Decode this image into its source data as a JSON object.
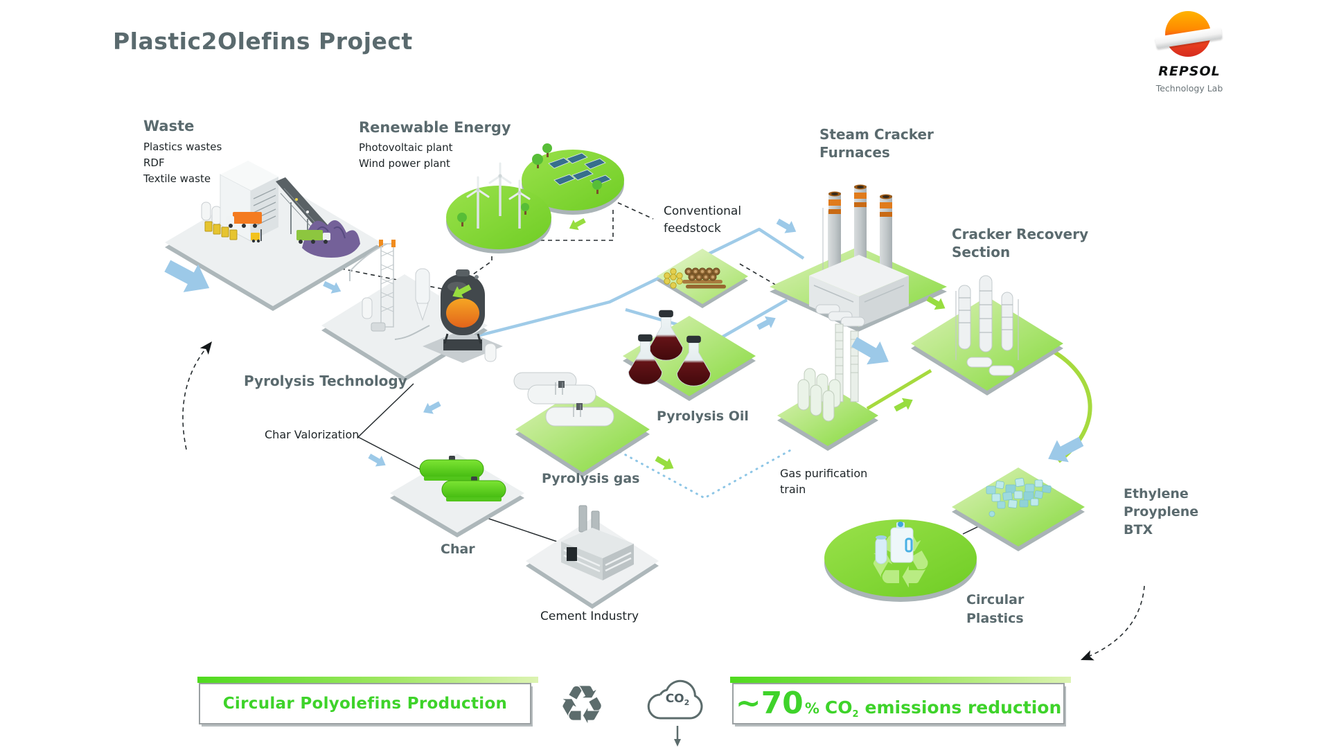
{
  "title": "Plastic2Olefins Project",
  "logo": {
    "brand": "REPSOL",
    "subtitle": "Technology Lab"
  },
  "nodes": {
    "waste": {
      "title": "Waste",
      "items": [
        "Plastics wastes",
        "RDF",
        "Textile waste"
      ]
    },
    "renewable_energy": {
      "title": "Renewable Energy",
      "items": [
        "Photovoltaic plant",
        "Wind power plant"
      ]
    },
    "pyrolysis_technology": {
      "title": "Pyrolysis Technology"
    },
    "char_valorization": {
      "label": "Char Valorization"
    },
    "conventional_feedstock": {
      "line1": "Conventional",
      "line2": "feedstock"
    },
    "steam_cracker": {
      "line1": "Steam Cracker",
      "line2": "Furnaces"
    },
    "cracker_recovery": {
      "line1": "Cracker Recovery",
      "line2": "Section"
    },
    "pyrolysis_oil": {
      "label": "Pyrolysis Oil"
    },
    "pyrolysis_gas": {
      "label": "Pyrolysis gas"
    },
    "gas_purification": {
      "line1": "Gas purification",
      "line2": "train"
    },
    "char": {
      "label": "Char"
    },
    "cement_industry": {
      "label": "Cement Industry"
    },
    "products": {
      "line1": "Ethylene",
      "line2": "Proyplene",
      "line3": "BTX"
    },
    "circular_plastics": {
      "line1": "Circular",
      "line2": "Plastics"
    }
  },
  "footer": {
    "left_banner": "Circular Polyolefins Production",
    "right_banner": {
      "value": "~70",
      "percent": "%",
      "gas": "CO",
      "gas_subscript": "2",
      "text": "emissions reduction"
    },
    "recycle_glyph": "♻",
    "co2_cloud": {
      "gas": "CO",
      "subscript": "2"
    }
  },
  "colors": {
    "slate_text": "#5a6a6e",
    "dark_text": "#1d2427",
    "accent_green": "#3ed32a",
    "platform_green": "#84d93a",
    "line_blue": "#9fcbe8",
    "arrow_green": "#97dd3f",
    "brand_orange": "#ff8a00",
    "brand_red": "#d52b1e"
  }
}
